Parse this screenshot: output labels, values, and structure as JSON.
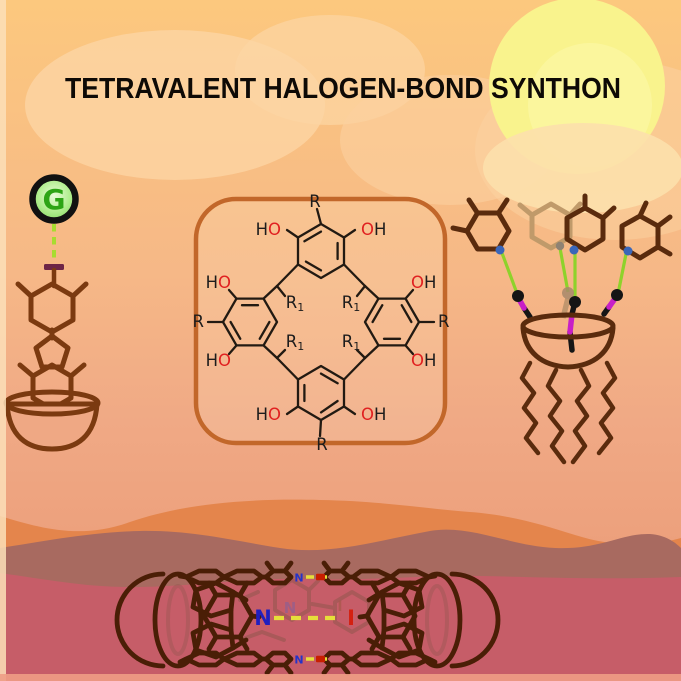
{
  "title": "TETRAVALENT HALOGEN-BOND SYNTHON",
  "left_motif": {
    "guest_label": "G"
  },
  "macrocycle": {
    "r_label": "R",
    "r1_subscript": "1",
    "h_label": "H",
    "o_label": "O"
  },
  "capsule": {
    "nitrogen_label": "N",
    "iodine_label": "I"
  },
  "colors": {
    "sky_top": "#FBC77E",
    "sun": "#F9F38D",
    "dune_orange": "#E4854C",
    "dune_mauve": "#A86A60",
    "dune_pink": "#C65D68",
    "structure_brown": "#7B3A10",
    "capsule_brown": "#4A1E06",
    "box_border": "#C2672A",
    "halogen_bond_green": "#A8DC30",
    "halogen_bond_yellow": "#E6DF3A",
    "iodine_magenta": "#C71FC7",
    "nitrogen_blue": "#1F1FBF",
    "iodine_red": "#D42010",
    "guest_green": "#2DA415"
  }
}
